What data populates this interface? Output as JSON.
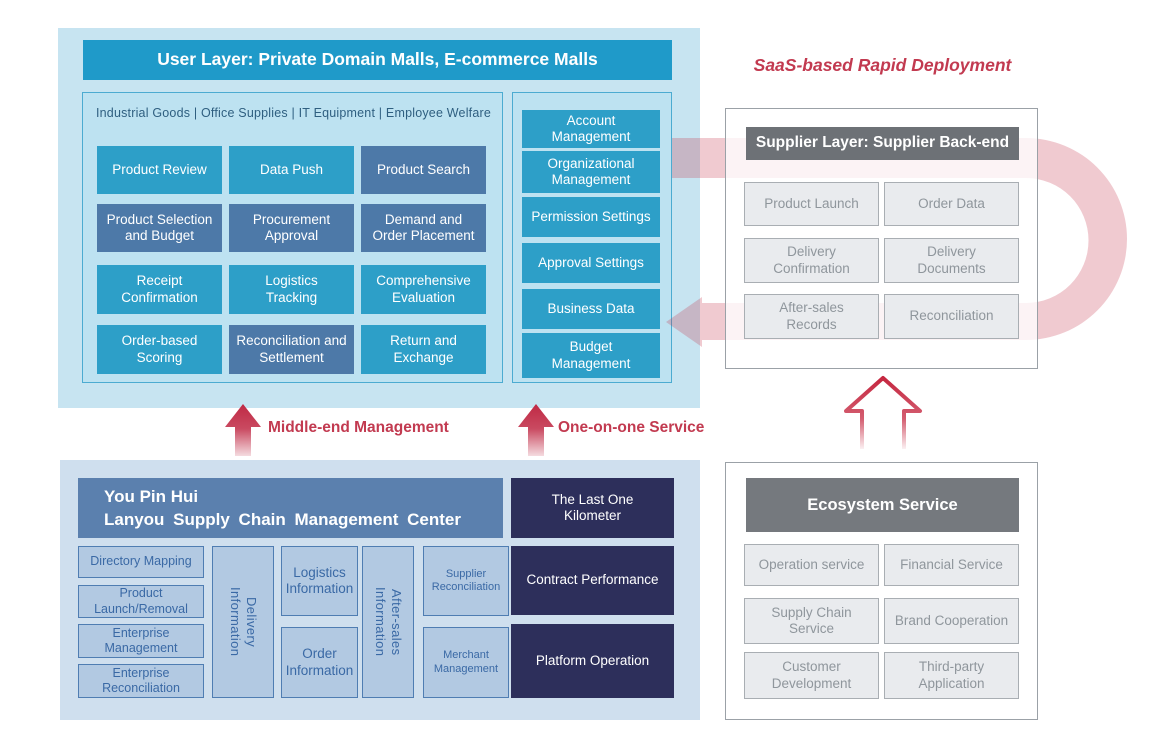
{
  "user_layer": {
    "header_label": "User Layer: Private Domain Malls, E-commerce Malls",
    "categories": "Industrial Goods | Office Supplies | IT Equipment | Employee Welfare",
    "grid": [
      {
        "label": "Product Review",
        "variant": "teal"
      },
      {
        "label": "Data Push",
        "variant": "teal"
      },
      {
        "label": "Product Search",
        "variant": "steel"
      },
      {
        "label": "Product Selection\nand Budget",
        "variant": "steel"
      },
      {
        "label": "Procurement\nApproval",
        "variant": "steel"
      },
      {
        "label": "Demand and\nOrder Placement",
        "variant": "steel"
      },
      {
        "label": "Receipt\nConfirmation",
        "variant": "teal"
      },
      {
        "label": "Logistics\nTracking",
        "variant": "teal"
      },
      {
        "label": "Comprehensive\nEvaluation",
        "variant": "teal"
      },
      {
        "label": "Order-based\nScoring",
        "variant": "teal"
      },
      {
        "label": "Reconciliation and\nSettlement",
        "variant": "steel"
      },
      {
        "label": "Return and\nExchange",
        "variant": "teal"
      }
    ],
    "side": [
      "Account\nManagement",
      "Organizational\nManagement",
      "Permission Settings",
      "Approval Settings",
      "Business Data",
      "Budget\nManagement"
    ]
  },
  "saas_label": "SaaS-based Rapid Deployment",
  "supplier_layer": {
    "header_label": "Supplier Layer: Supplier Back-end",
    "boxes": [
      "Product Launch",
      "Order Data",
      "Delivery\nConfirmation",
      "Delivery\nDocuments",
      "After-sales\nRecords",
      "Reconciliation"
    ]
  },
  "arrows": {
    "middle_end": "Middle-end Management",
    "one_on_one": "One-on-one Service"
  },
  "management_center": {
    "title_line1": "You Pin Hui",
    "title_line2": "Lanyou Supply Chain Management Center",
    "col1": [
      "Directory Mapping",
      "Product\nLaunch/Removal",
      "Enterprise\nManagement",
      "Enterprise\nReconciliation"
    ],
    "vertical_delivery": "Delivery\nInformation",
    "col3": [
      "Logistics\nInformation",
      "Order\nInformation"
    ],
    "vertical_aftersales": "After-sales\nInformation",
    "col5": [
      "Supplier\nReconciliation",
      "Merchant\nManagement"
    ],
    "right": [
      "The Last One\nKilometer",
      "Contract Performance",
      "Platform Operation"
    ]
  },
  "ecosystem": {
    "header_label": "Ecosystem Service",
    "boxes": [
      "Operation service",
      "Financial Service",
      "Supply Chain\nService",
      "Brand Cooperation",
      "Customer\nDevelopment",
      "Third-party\nApplication"
    ]
  },
  "colors": {
    "panel_blue": "#c7e4f1",
    "header_teal": "#1f9ac9",
    "sub_blue": "#bde2f1",
    "sub_border": "#4cabd1",
    "category_text": "#2f5f80",
    "teal": "#2d9fc8",
    "steel": "#4d79a8",
    "bl_panel": "#cfdfee",
    "bl_header": "#5b80ae",
    "box_blue": "#b2c9e2",
    "box_blue_border": "#4f7db2",
    "box_blue_text": "#3a69a5",
    "navy": "#2d2f5b",
    "supplier_header": "#6d7176",
    "eco_header": "#75797e",
    "gray_border": "#a9aeb3",
    "gray_text": "#8f969c",
    "panel_gray_border": "#9ba1a7",
    "red": "#c02a45",
    "red_text": "#c23a50",
    "band": "rgba(196,52,72,0.26)"
  }
}
